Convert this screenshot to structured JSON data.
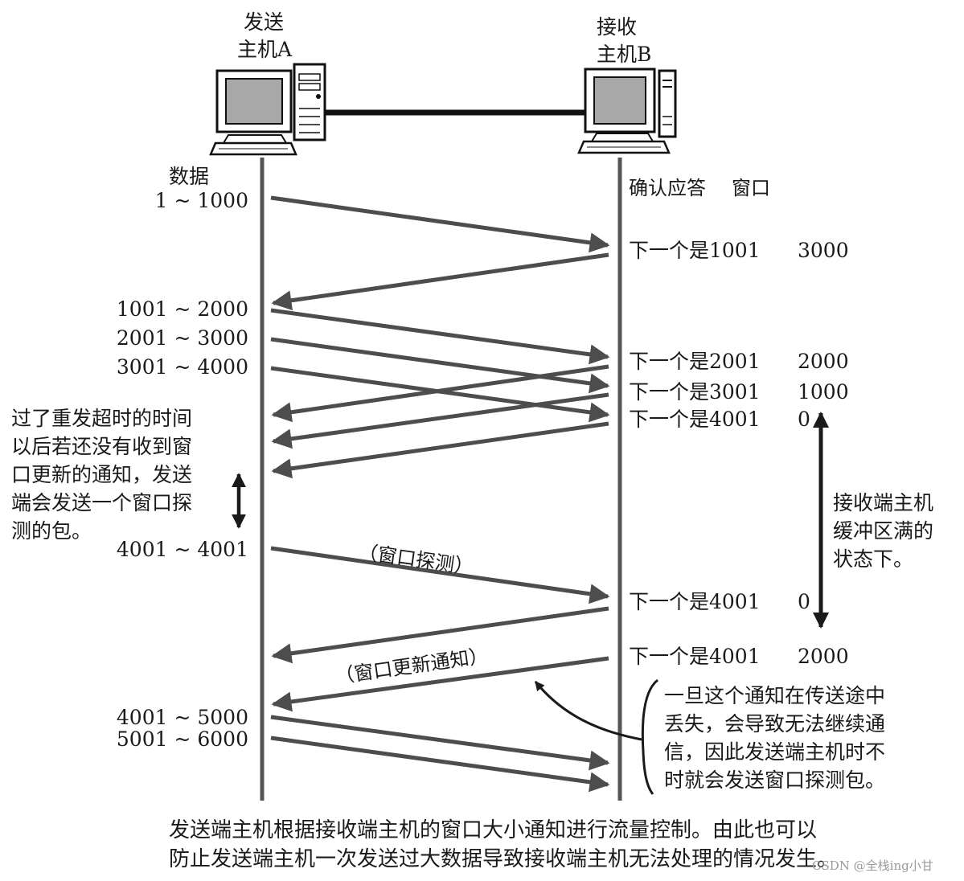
{
  "hosts": {
    "sender": [
      "发送",
      "主机A"
    ],
    "receiver": [
      "接收",
      "主机B"
    ]
  },
  "headers": {
    "data": "数据",
    "ack": "确认应答",
    "window": "窗口"
  },
  "send_ranges": {
    "r1": "1 ~ 1000",
    "r2": "1001 ~ 2000",
    "r3": "2001 ~ 3000",
    "r4": "3001 ~ 4000",
    "r5": "4001 ~ 4001",
    "r6": "4001 ~ 5000",
    "r7": "5001 ~ 6000"
  },
  "acks": {
    "a1": "下一个是1001",
    "w1": "3000",
    "a2": "下一个是2001",
    "w2": "2000",
    "a3": "下一个是3001",
    "w3": "1000",
    "a4": "下一个是4001",
    "w4": "0",
    "a5": "下一个是4001",
    "w5": "0",
    "a6": "下一个是4001",
    "w6": "2000"
  },
  "labels": {
    "probe": "（窗口探测）",
    "update": "（窗口更新通知）"
  },
  "notes": {
    "left": [
      "过了重发超时的时间",
      "以后若还没有收到窗",
      "口更新的通知，发送",
      "端会发送一个窗口探",
      "测的包。"
    ],
    "right": [
      "接收端主机",
      "缓冲区满的",
      "状态下。"
    ],
    "loss": [
      "一旦这个通知在传送途中",
      "丢失，会导致无法继续通",
      "信，因此发送端主机时不",
      "时就会发送窗口探测包。"
    ]
  },
  "caption": [
    "发送端主机根据接收端主机的窗口大小通知进行流量控制。由此也可以",
    "防止发送端主机一次发送过大数据导致接收端主机无法处理的情况发生。"
  ],
  "watermark": "CSDN @全栈ing小甘"
}
